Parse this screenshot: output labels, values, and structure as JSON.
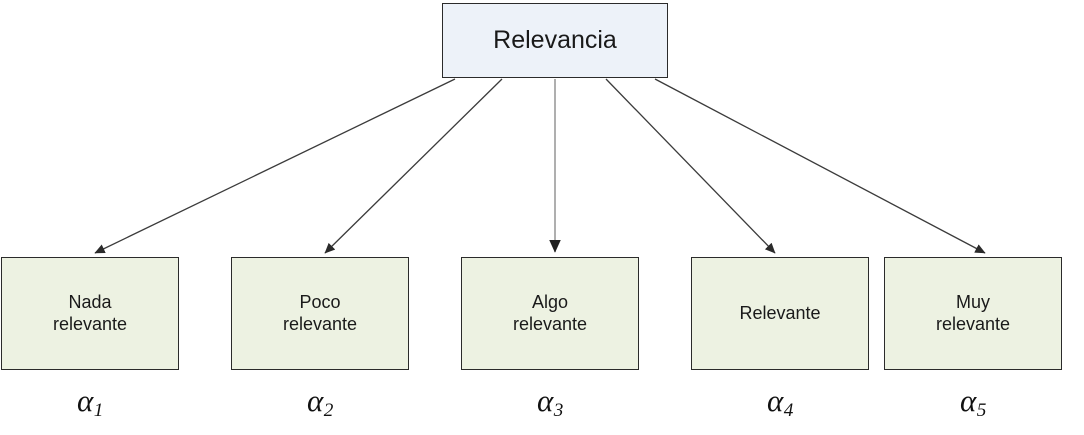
{
  "diagram": {
    "title": "Relevancia",
    "root": {
      "label": "Relevancia",
      "fill_color": "#edf2f9",
      "border_color": "#2b2b2b"
    },
    "leaf_fill_color": "#edf2e2",
    "arrow_color": "#3b3b3b",
    "center_arrow_color": "#9b9b9b",
    "leaves": [
      {
        "label": "Nada\nrelevante",
        "alpha": "α",
        "index": "1"
      },
      {
        "label": "Poco\nrelevante",
        "alpha": "α",
        "index": "2"
      },
      {
        "label": "Algo\nrelevante",
        "alpha": "α",
        "index": "3"
      },
      {
        "label": "Relevante",
        "alpha": "α",
        "index": "4"
      },
      {
        "label": "Muy\nrelevante",
        "alpha": "α",
        "index": "5"
      }
    ]
  }
}
